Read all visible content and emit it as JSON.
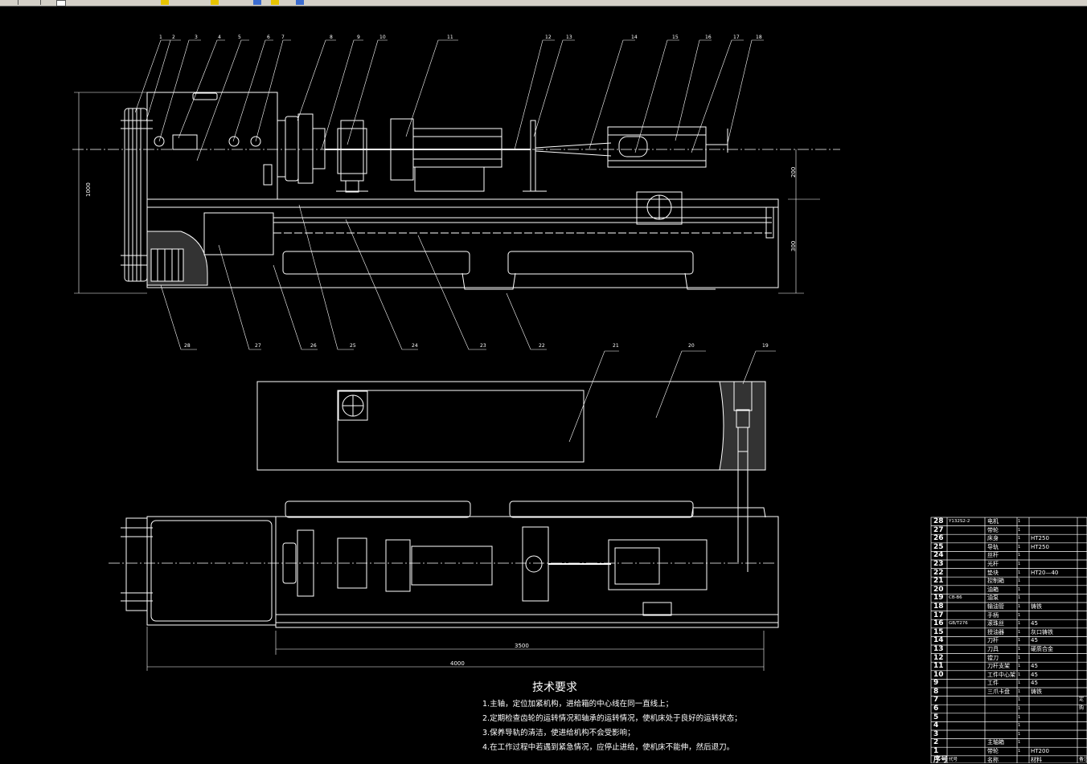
{
  "balloons": {
    "top": [
      "1",
      "2",
      "3",
      "4",
      "5",
      "6",
      "7",
      "8",
      "9",
      "10",
      "11",
      "12",
      "13",
      "14",
      "15",
      "16",
      "17",
      "18"
    ],
    "bottom": [
      "28",
      "27",
      "26",
      "25",
      "24",
      "23",
      "22"
    ],
    "plan": [
      "21",
      "20",
      "19"
    ]
  },
  "dimensions": {
    "height_overall": "1000",
    "center_height": "200",
    "bed_height": "300",
    "len_inner": "3500",
    "len_overall": "4000"
  },
  "notes": {
    "title": "技术要求",
    "items": [
      "1.主轴，定位加紧机构，进给箱的中心线在同一直线上；",
      "2.定期检查齿轮的运转情况和轴承的运转情况，使机床处于良好的运转状态；",
      "3.保养导轨的清洁，使进给机构不会受影响；",
      "4.在工作过程中若遇到紧急情况，应停止进给，使机床不能伸，然后退刀。"
    ]
  },
  "bom": {
    "rows": [
      {
        "no": "28",
        "code": "Y132S2-2",
        "name": "电机",
        "qty": "1",
        "mat": "",
        "note": ""
      },
      {
        "no": "27",
        "code": "",
        "name": "带轮",
        "qty": "1",
        "mat": "",
        "note": ""
      },
      {
        "no": "26",
        "code": "",
        "name": "床身",
        "qty": "1",
        "mat": "HT250",
        "note": ""
      },
      {
        "no": "25",
        "code": "",
        "name": "导轨",
        "qty": "1",
        "mat": "HT250",
        "note": ""
      },
      {
        "no": "24",
        "code": "",
        "name": "丝杆",
        "qty": "1",
        "mat": "",
        "note": ""
      },
      {
        "no": "23",
        "code": "",
        "name": "光杆",
        "qty": "1",
        "mat": "",
        "note": ""
      },
      {
        "no": "22",
        "code": "",
        "name": "垫块",
        "qty": "1",
        "mat": "HT20—40",
        "note": ""
      },
      {
        "no": "21",
        "code": "",
        "name": "控制箱",
        "qty": "1",
        "mat": "",
        "note": ""
      },
      {
        "no": "20",
        "code": "",
        "name": "油箱",
        "qty": "1",
        "mat": "",
        "note": ""
      },
      {
        "no": "19",
        "code": "CB-B6",
        "name": "油泵",
        "qty": "1",
        "mat": "",
        "note": ""
      },
      {
        "no": "18",
        "code": "",
        "name": "输油管",
        "qty": "1",
        "mat": "铸铁",
        "note": ""
      },
      {
        "no": "17",
        "code": "",
        "name": "手柄",
        "qty": "1",
        "mat": "",
        "note": ""
      },
      {
        "no": "16",
        "code": "GB/T276",
        "name": "滚珠丝",
        "qty": "1",
        "mat": "45",
        "note": ""
      },
      {
        "no": "15",
        "code": "",
        "name": "授油器",
        "qty": "1",
        "mat": "灰口铸铁",
        "note": ""
      },
      {
        "no": "14",
        "code": "",
        "name": "刀杆",
        "qty": "1",
        "mat": "45",
        "note": ""
      },
      {
        "no": "13",
        "code": "",
        "name": "刀具",
        "qty": "1",
        "mat": "硬质合金",
        "note": ""
      },
      {
        "no": "12",
        "code": "",
        "name": "镗刀",
        "qty": "1",
        "mat": "",
        "note": ""
      },
      {
        "no": "11",
        "code": "",
        "name": "刀杆支架",
        "qty": "1",
        "mat": "45",
        "note": ""
      },
      {
        "no": "10",
        "code": "",
        "name": "工件中心架",
        "qty": "1",
        "mat": "45",
        "note": ""
      },
      {
        "no": "9",
        "code": "",
        "name": "工件",
        "qty": "1",
        "mat": "45",
        "note": ""
      },
      {
        "no": "8",
        "code": "",
        "name": "三爪卡盘",
        "qty": "1",
        "mat": "铸铁",
        "note": ""
      },
      {
        "no": "7",
        "code": "",
        "name": "",
        "qty": "1",
        "mat": "",
        "note": "定"
      },
      {
        "no": "6",
        "code": "",
        "name": "",
        "qty": "1",
        "mat": "",
        "note": "购"
      },
      {
        "no": "5",
        "code": "",
        "name": "",
        "qty": "1",
        "mat": "",
        "note": ""
      },
      {
        "no": "4",
        "code": "",
        "name": "",
        "qty": "1",
        "mat": "",
        "note": ""
      },
      {
        "no": "3",
        "code": "",
        "name": "",
        "qty": "1",
        "mat": "",
        "note": ""
      },
      {
        "no": "2",
        "code": "",
        "name": "主轴箱",
        "qty": "1",
        "mat": "",
        "note": ""
      },
      {
        "no": "1",
        "code": "",
        "name": "带轮",
        "qty": "1",
        "mat": "HT200",
        "note": ""
      }
    ],
    "header": {
      "no": "序号",
      "code": "代号",
      "name": "名称",
      "mat": "材料",
      "note": "备注"
    }
  }
}
